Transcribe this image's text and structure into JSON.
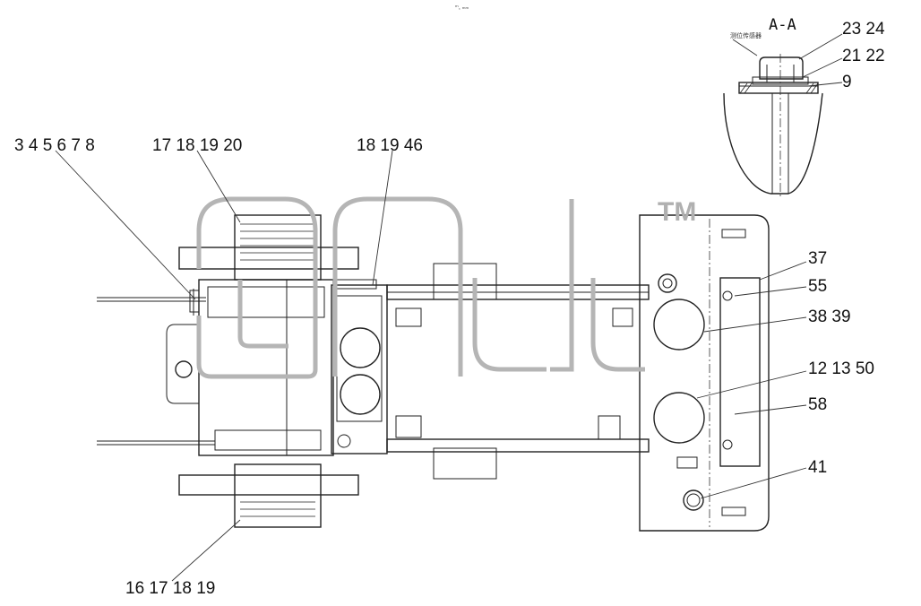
{
  "drawing": {
    "top_mark": "ᵐ꜀ ₘₘ",
    "section": {
      "title": "A-A",
      "side_label": "测位传感器",
      "labels": [
        "23 24",
        "21 22",
        "9"
      ]
    },
    "callouts": [
      "3 4 5 6 7 8",
      "17 18 19 20",
      "18 19 46",
      "37",
      "55",
      "38 39",
      "12 13 50",
      "58",
      "41",
      "16 17 18 19"
    ],
    "watermark": {
      "mark": "TM"
    }
  }
}
